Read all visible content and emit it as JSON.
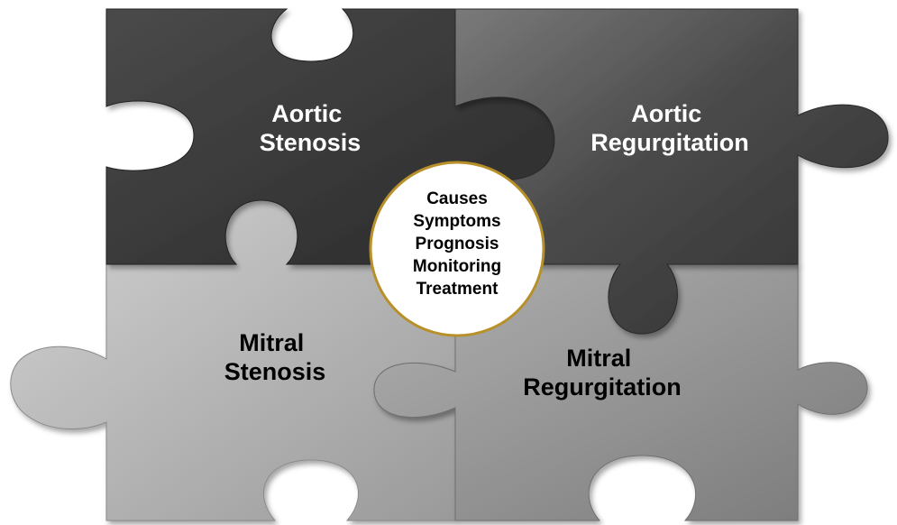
{
  "pieces": [
    {
      "id": "aortic-stenosis",
      "lines": [
        "Aortic",
        "Stenosis"
      ],
      "text_color": "#ffffff"
    },
    {
      "id": "aortic-regurgitation",
      "lines": [
        "Aortic",
        "Regurgitation"
      ],
      "text_color": "#ffffff"
    },
    {
      "id": "mitral-stenosis",
      "lines": [
        "Mitral",
        "Stenosis"
      ],
      "text_color": "#000000"
    },
    {
      "id": "mitral-regurgitation",
      "lines": [
        "Mitral",
        "Regurgitation"
      ],
      "text_color": "#000000"
    }
  ],
  "center": {
    "items": [
      "Causes",
      "Symptoms",
      "Prognosis",
      "Monitoring",
      "Treatment"
    ],
    "border_color": "#b8902a"
  },
  "colors": {
    "dark_piece": "#3a3a3a",
    "dark_piece_alt": "#4a4a4a",
    "light_piece": "#b4b4b4",
    "light_piece_alt": "#9c9c9c"
  }
}
